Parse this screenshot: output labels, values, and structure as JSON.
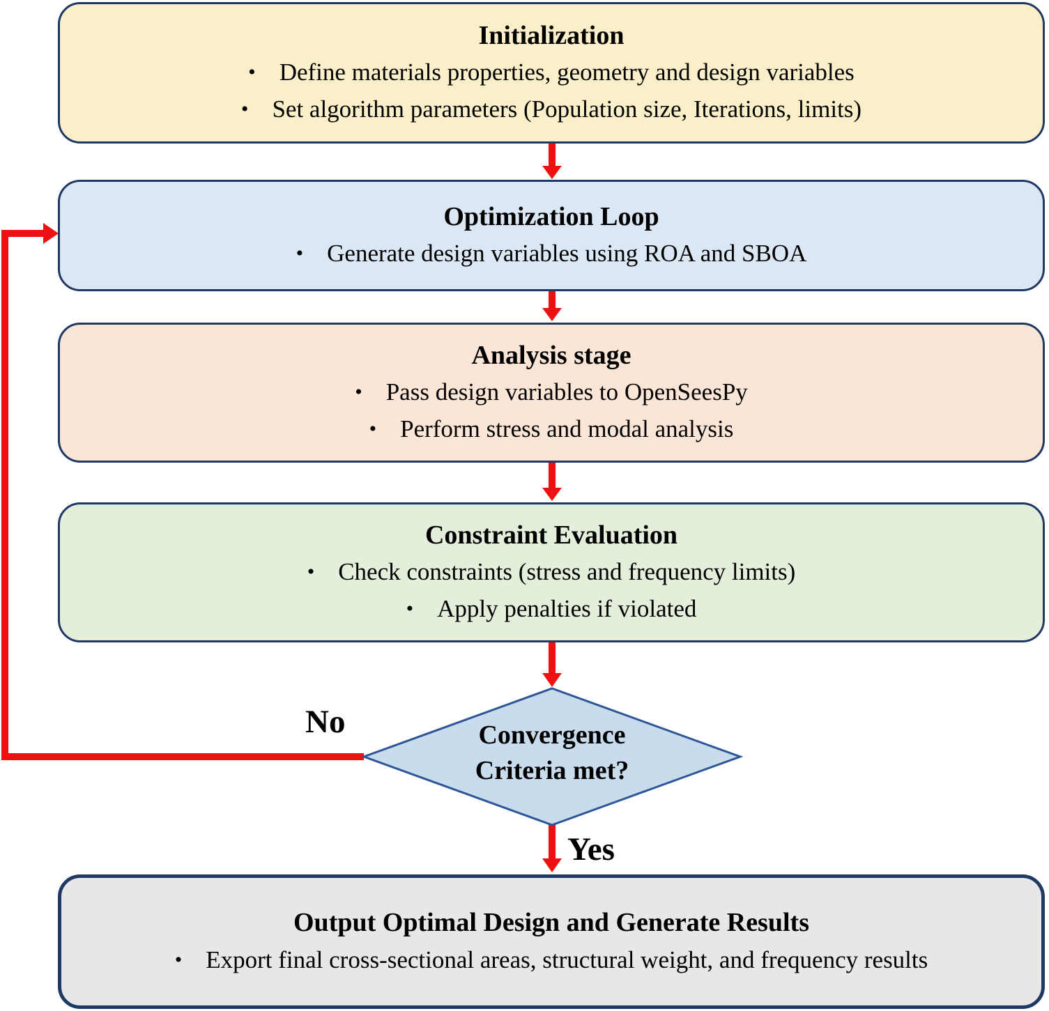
{
  "diagram": {
    "type": "flowchart",
    "nodes": {
      "initialization": {
        "title": "Initialization",
        "bullets": [
          "Define materials  properties, geometry and design variables",
          "Set algorithm  parameters  (Population size, Iterations, limits)"
        ],
        "fill": "#FBEFC9"
      },
      "optimization_loop": {
        "title": "Optimization Loop",
        "bullets": [
          "Generate design variables using ROA and SBOA"
        ],
        "fill": "#DBE7F4"
      },
      "analysis_stage": {
        "title": "Analysis stage",
        "bullets": [
          "Pass design variables to OpenSeesPy",
          "Perform stress and modal analysis"
        ],
        "fill": "#FBE5D7"
      },
      "constraint_evaluation": {
        "title": "Constraint Evaluation",
        "bullets": [
          "Check constraints (stress and frequency limits)",
          "Apply penalties if violated"
        ],
        "fill": "#E3EFDB"
      },
      "convergence_decision": {
        "shape": "diamond",
        "line1": "Convergence",
        "line2": "Criteria met?",
        "fill": "#C9DCEE"
      },
      "output_results": {
        "title": "Output Optimal Design and Generate Results",
        "bullets": [
          "Export final  cross-sectional areas, structural weight,  and frequency results"
        ],
        "fill": "#E8E7E7"
      }
    },
    "edge_labels": {
      "no": "No",
      "yes": "Yes"
    },
    "colors": {
      "arrow_red": "#EE1111",
      "box_border_navy": "#1F3864",
      "diamond_border": "#2E5596",
      "text": "#000000",
      "background": "#FFFFFF"
    }
  }
}
